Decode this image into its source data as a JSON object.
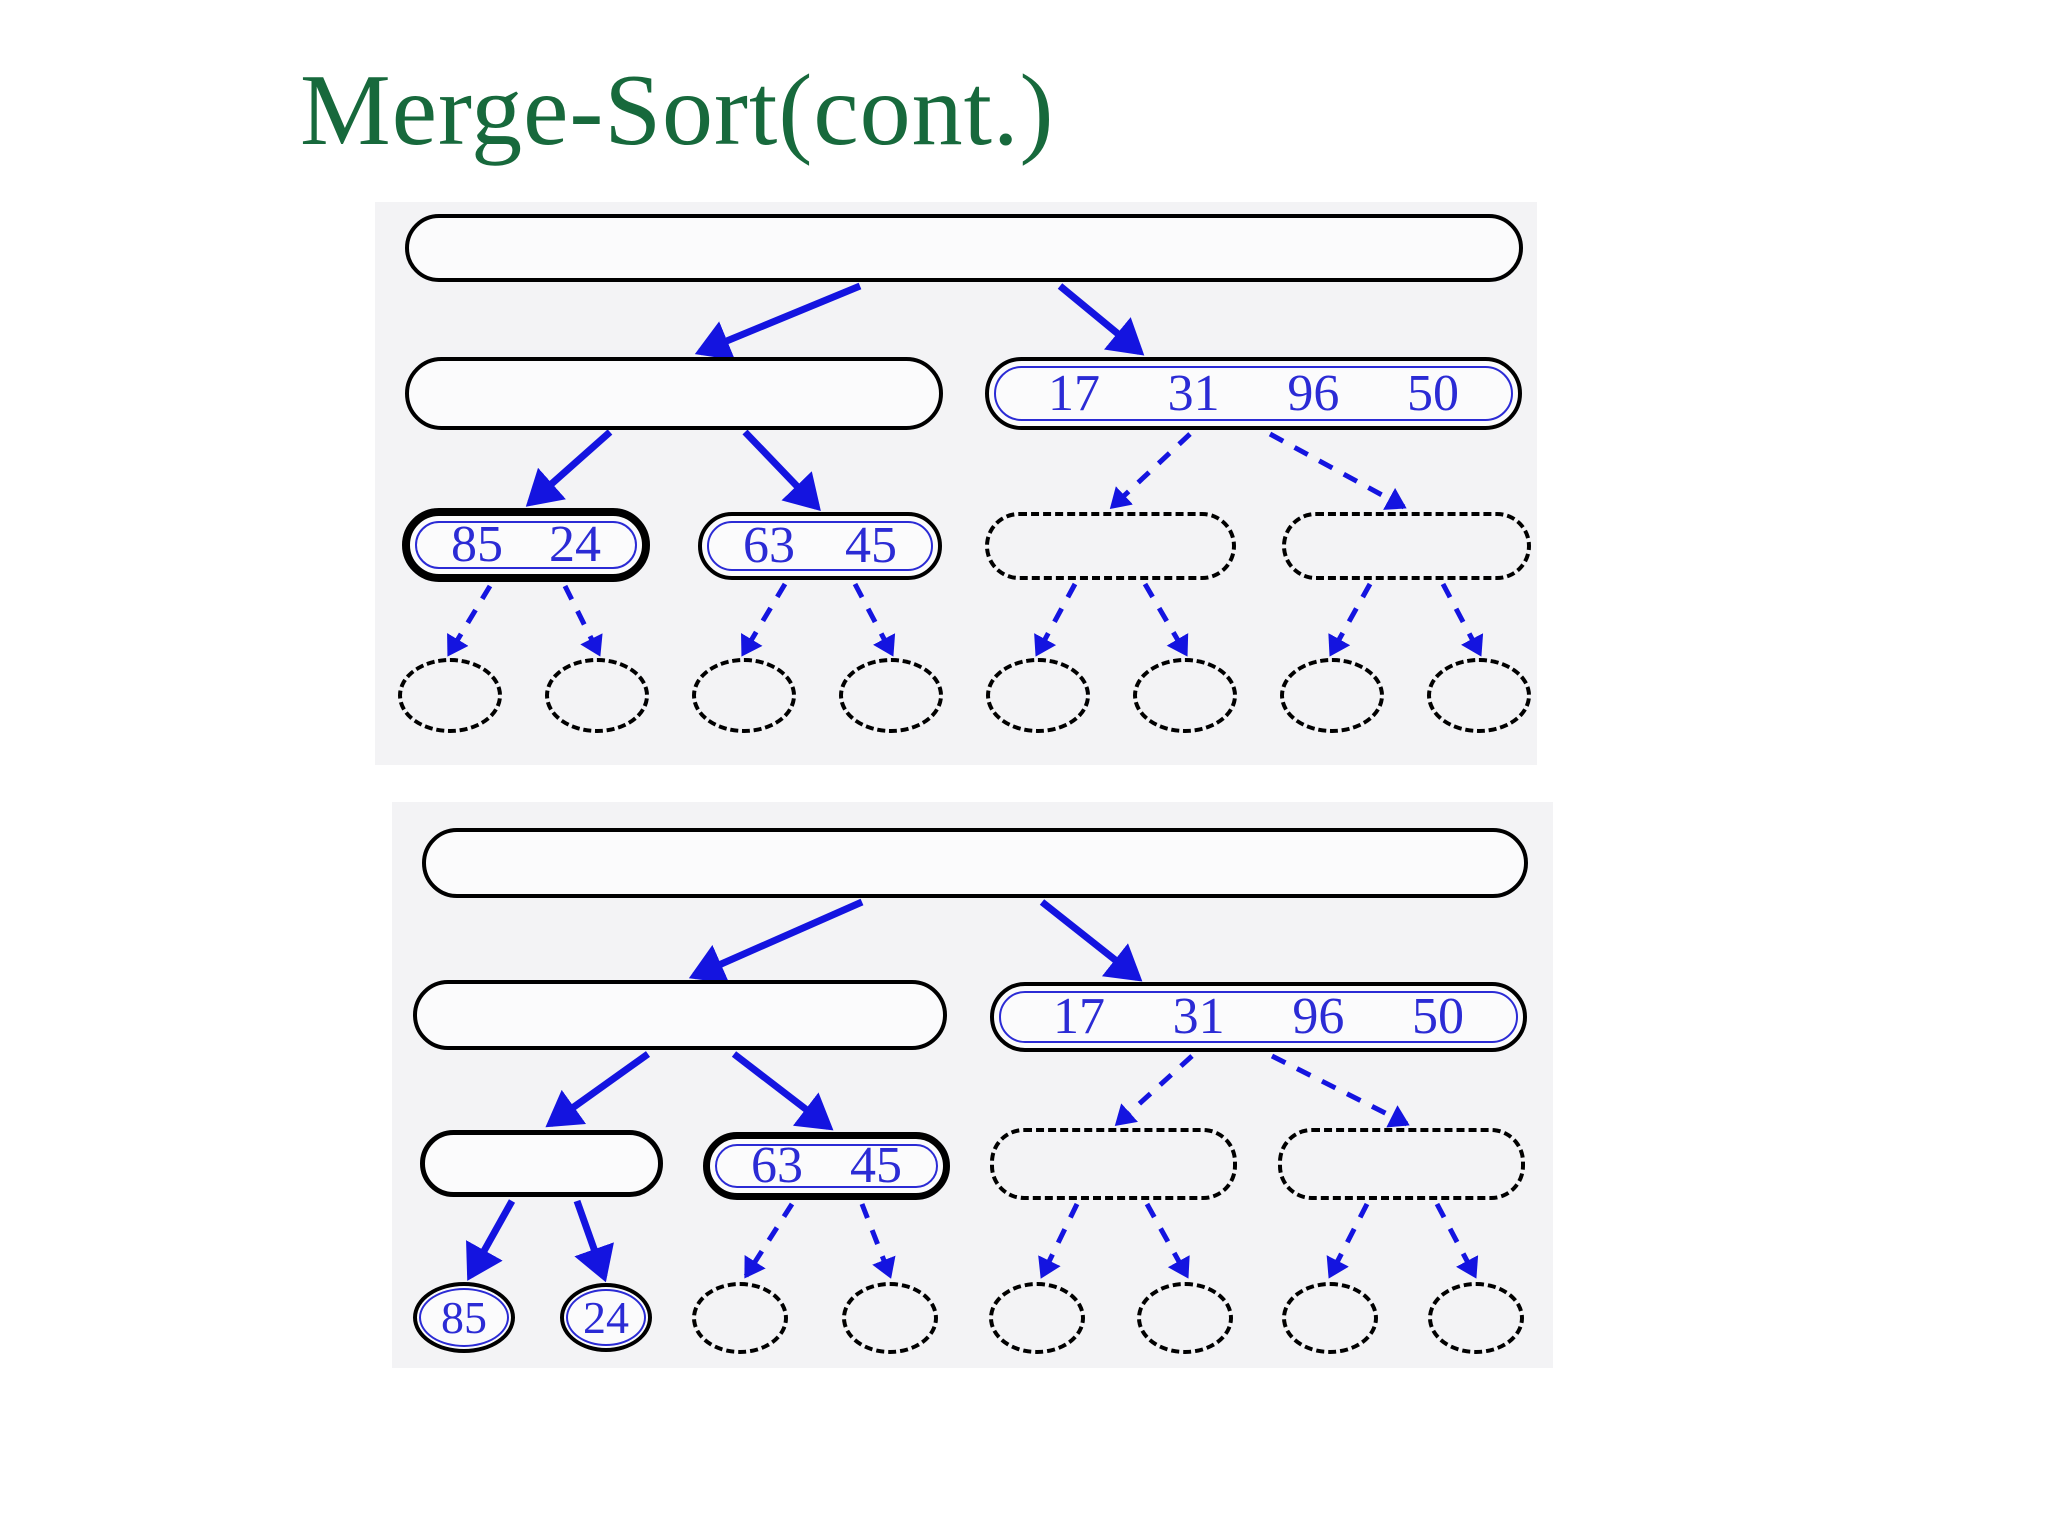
{
  "title": "Merge-Sort(cont.)",
  "colors": {
    "title_green": "#17693C",
    "edge_blue": "#1414E0",
    "value_blue": "#2B2BD5",
    "node_border_black": "#000000",
    "panel_background": "#F3F3F5"
  },
  "d1": {
    "right_values": [
      "17",
      "31",
      "96",
      "50"
    ],
    "pair1": [
      "85",
      "24"
    ],
    "pair2": [
      "63",
      "45"
    ]
  },
  "d2": {
    "right_values": [
      "17",
      "31",
      "96",
      "50"
    ],
    "pair2": [
      "63",
      "45"
    ],
    "leaf_left": "85",
    "leaf_right": "24"
  }
}
